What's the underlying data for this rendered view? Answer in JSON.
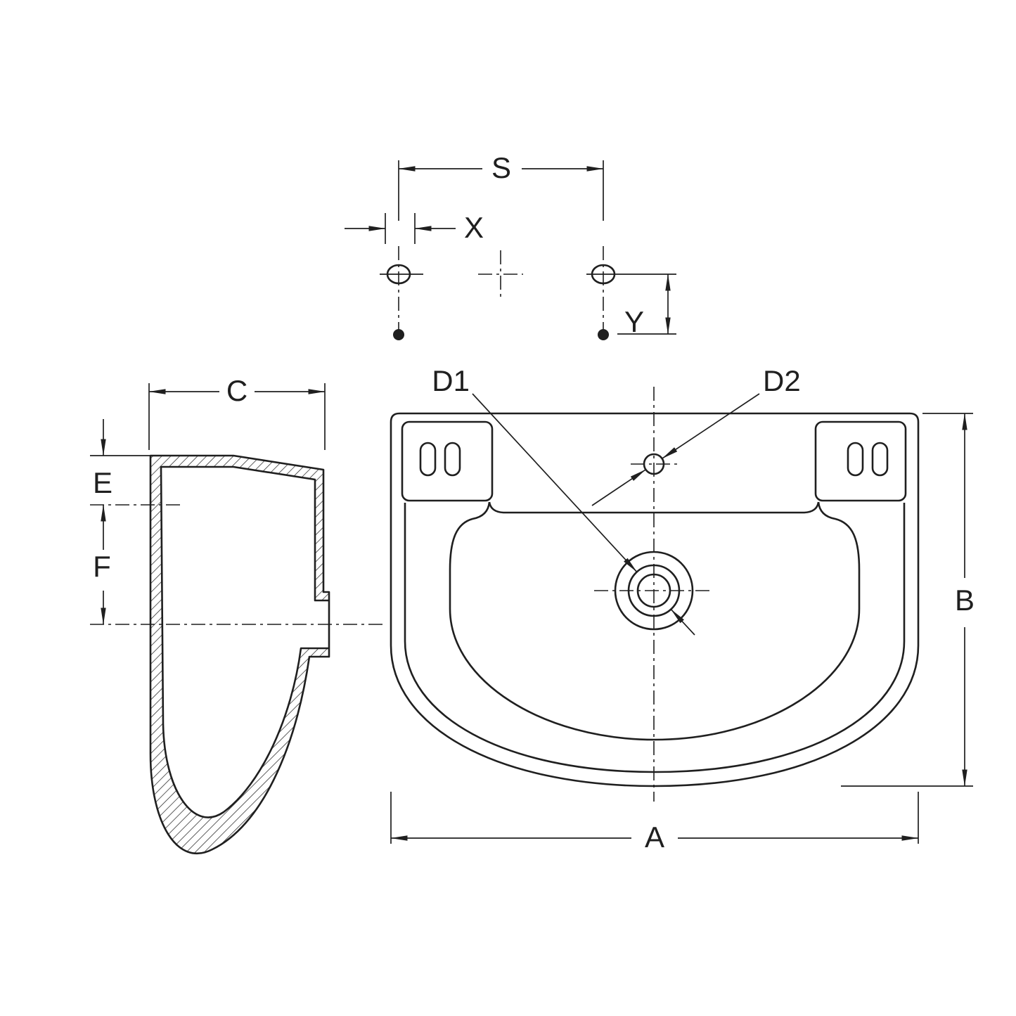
{
  "drawing": {
    "dimension_labels": {
      "hole_spacing": "S",
      "hole_offset_x": "X",
      "hole_offset_y": "Y",
      "depth": "C",
      "rim_height": "E",
      "bowl_height": "F",
      "drain_diameter": "D1",
      "taphole_diameter": "D2",
      "overall_width": "A",
      "overall_length": "B"
    },
    "colors": {
      "line": "#1f1f1f",
      "background": "#ffffff"
    }
  }
}
